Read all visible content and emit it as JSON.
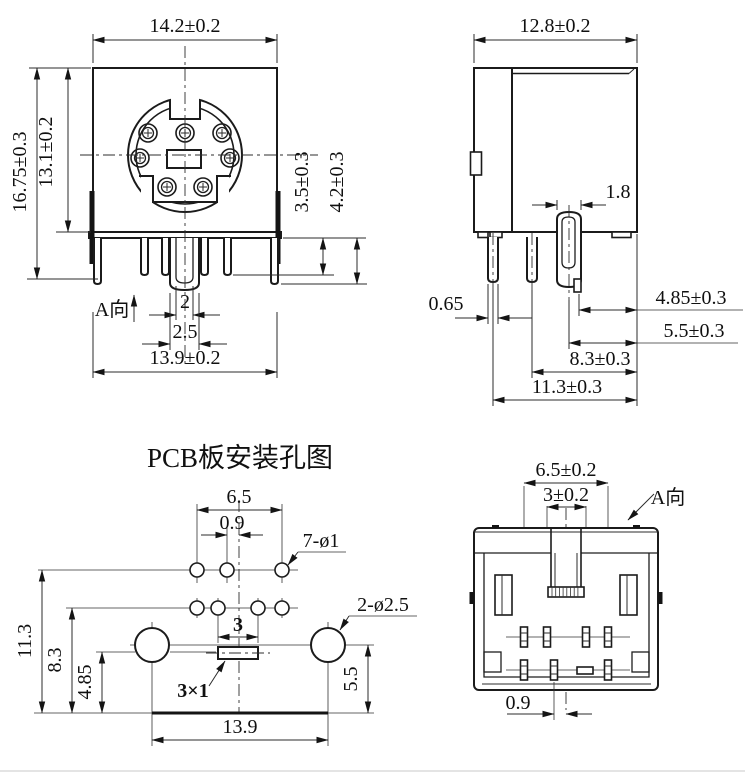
{
  "page": {
    "background": "#ffffff",
    "line_color": "#1b1b1b"
  },
  "front_view": {
    "dim_width_top": "14.2±0.2",
    "dim_height_outer": "16.75±0.3",
    "dim_height_inner": "13.1±0.2",
    "dim_flange_to_pin": "3.5±0.3",
    "dim_flange_to_leg": "4.2±0.3",
    "dim_shield_slot": "2",
    "dim_shield_width": "2.5",
    "dim_width_bottom": "13.9±0.2",
    "view_direction_label": "A向"
  },
  "side_view": {
    "dim_width_top": "12.8±0.2",
    "dim_shield_leg_width": "1.8",
    "dim_pin_width": "0.65",
    "dim_shield_to_edge": "4.85±0.3",
    "dim_shield_center_to_edge": "5.5±0.3",
    "dim_pin2_to_edge": "8.3±0.3",
    "dim_pin1_to_edge": "11.3±0.3"
  },
  "pcb_view": {
    "title": "PCB板安装孔图",
    "dim_pin_row_span": "6.5",
    "dim_center_offset": "0.9",
    "label_pin_holes": "7-ø1",
    "label_mount_holes": "2-ø2.5",
    "dim_center_pins": "3",
    "label_slot": "3×1",
    "dim_row1_to_edge": "11.3",
    "dim_row2_to_edge": "8.3",
    "dim_slot_to_edge": "4.85",
    "dim_mount_to_edge": "5.5",
    "dim_mount_span": "13.9"
  },
  "a_view": {
    "dim_outer_pins": "6.5±0.2",
    "dim_inner_pins": "3±0.2",
    "view_direction_label": "A向",
    "dim_center_offset": "0.9"
  }
}
